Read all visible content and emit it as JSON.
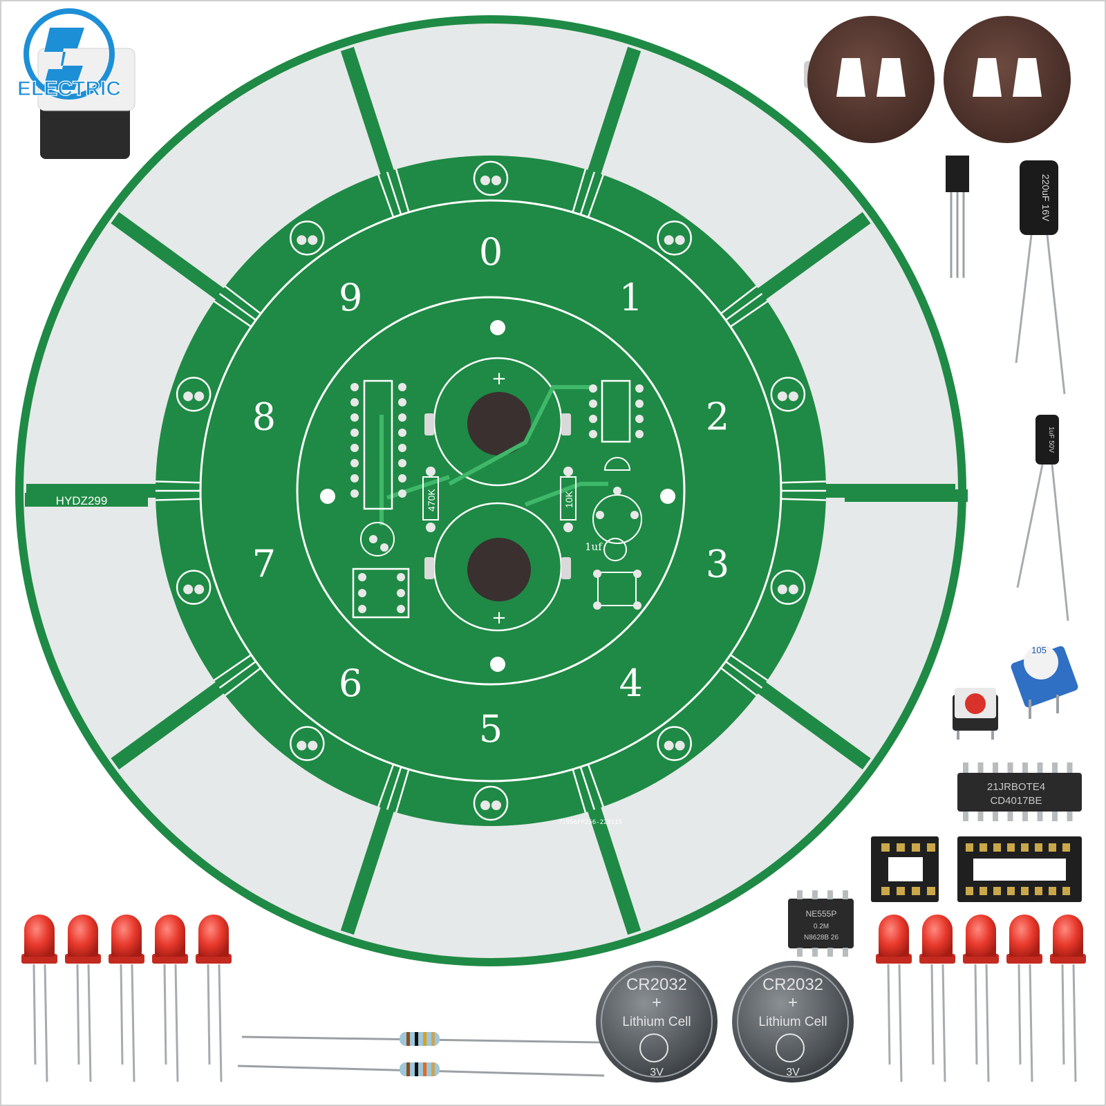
{
  "brand": {
    "logo_text": "ELECTRIC",
    "accent": "#1d8fd6"
  },
  "pcb": {
    "board_color": "#1f8a45",
    "silk_color": "#ffffff",
    "metal_color": "#e6e9e9",
    "digits": [
      "0",
      "1",
      "2",
      "3",
      "4",
      "5",
      "6",
      "7",
      "8",
      "9"
    ],
    "model_label": "HYDZ299",
    "serial_label": "71956FP256-220115",
    "resistor_labels": [
      "470K",
      "10K"
    ],
    "cap_label": "1uf",
    "battery_plus": [
      "+",
      "+"
    ]
  },
  "components": {
    "capacitor_large": "220uF 16V",
    "capacitor_small": "1uF 50V",
    "trimmer_label": "105",
    "ic_4017": [
      "21JRBOTE4",
      "CD4017BE"
    ],
    "ic_555": [
      "NE555P",
      "0.2M",
      "N8628B 26"
    ],
    "coin_cells": [
      {
        "model": "CR2032",
        "plus": "+",
        "type": "Lithium Cell",
        "voltage": "3V"
      },
      {
        "model": "CR2032",
        "plus": "+",
        "type": "Lithium Cell",
        "voltage": "3V"
      }
    ],
    "led_color": "#e8392c",
    "led_count_left": 5,
    "led_count_right": 5
  }
}
